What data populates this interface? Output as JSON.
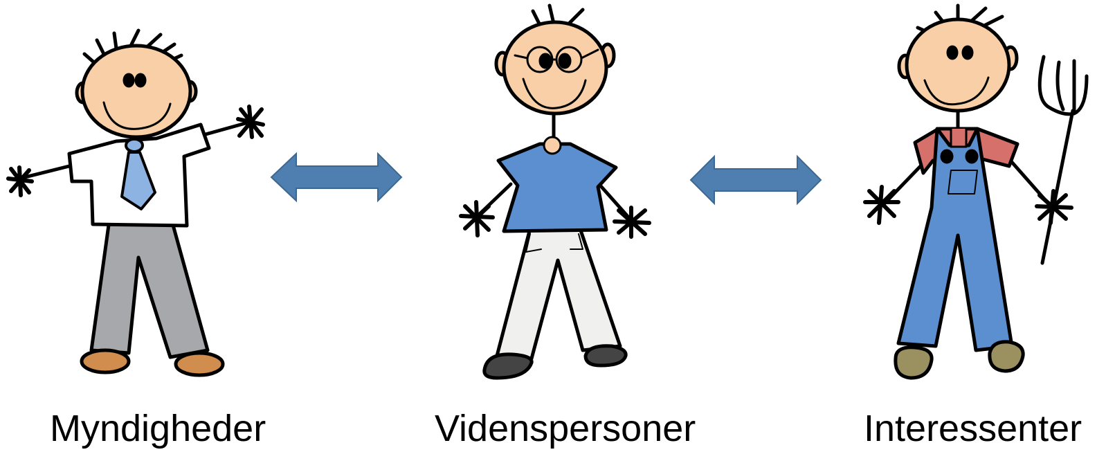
{
  "roles": [
    {
      "label": "Myndigheder"
    },
    {
      "label": "Videnspersoner"
    },
    {
      "label": "Interessenter"
    }
  ],
  "colors": {
    "skin": "#f9cfa8",
    "arrow": "#4f7fb0",
    "arrow_dark": "#3c6791",
    "suit_shirt": "#ffffff",
    "tie": "#8db3e2",
    "grey_pants": "#a6a8ab",
    "brown_shoes": "#d18d4e",
    "blue_tshirt": "#5b8fd0",
    "white_pants": "#f0f0ee",
    "dark_shoes": "#444444",
    "overalls": "#5b8fd0",
    "red_shirt": "#d6706a",
    "olive_shoes": "#9a9060"
  },
  "icons": [
    "person-official-icon",
    "person-expert-icon",
    "person-farmer-icon",
    "double-arrow-icon",
    "pitchfork-icon"
  ]
}
